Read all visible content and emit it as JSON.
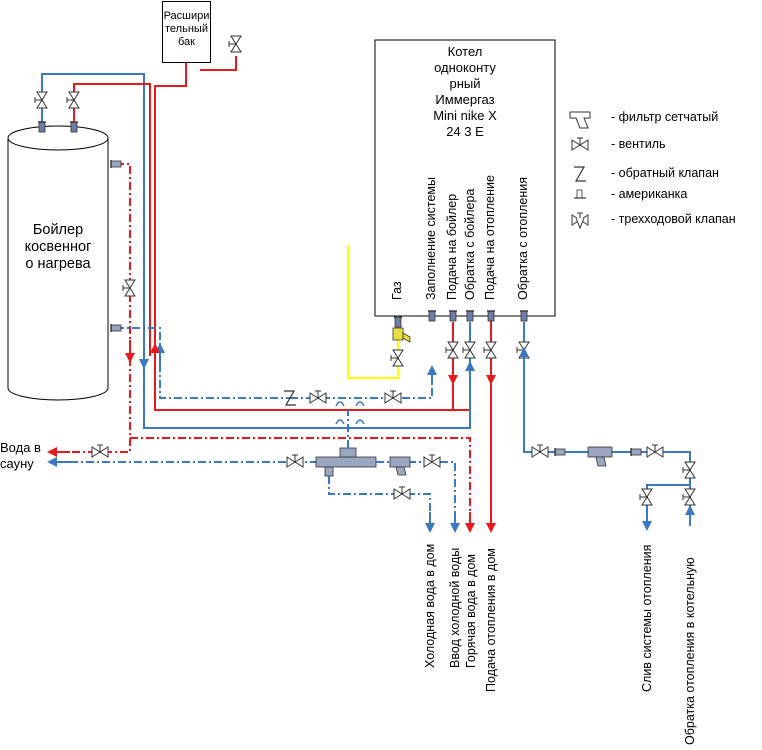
{
  "expansion_tank": {
    "label": "Расшири тельный бак"
  },
  "boiler_tank": {
    "label_lines": [
      "Бойлер",
      "косвенног",
      "о нагрева"
    ]
  },
  "gas_boiler": {
    "label_lines": [
      "Котел",
      "одноконту",
      "рный",
      "Иммергаз",
      "Mini nike X",
      "24 3 E"
    ]
  },
  "connections": {
    "gas": "Газ",
    "fill": "Заполнение системы",
    "to_dhw_tank": "Подача на бойлер",
    "from_dhw_tank": "Обратка с бойлера",
    "heating_supply": "Подача на отопление",
    "heating_return": "Обратка с отопления"
  },
  "outlets": {
    "sauna_line1": "Вода в",
    "sauna_line2": "сауну",
    "cold_to_house": "Холодная вода в дом",
    "cold_inlet": "Ввод холодной воды",
    "hot_to_house": "Горячая вода в дом",
    "heating_to_house": "Подача отопления в дом",
    "heating_drain": "Слив системы отопления",
    "return_to_boiler_room": "Обратка отопления в котельную"
  },
  "legend": [
    {
      "symbol": "strainer-filter",
      "text": "- фильтр сетчатый"
    },
    {
      "symbol": "shutoff-valve",
      "text": "- вентиль"
    },
    {
      "symbol": "check-valve",
      "text": "- обратный клапан"
    },
    {
      "symbol": "union-coupling",
      "text": "- американка"
    },
    {
      "symbol": "three-way-valve",
      "text": "- трехходовой клапан"
    }
  ],
  "colors": {
    "hot_line": "#e8191c",
    "cold_line": "#3a78c2",
    "gas_line": "#ffff00"
  }
}
